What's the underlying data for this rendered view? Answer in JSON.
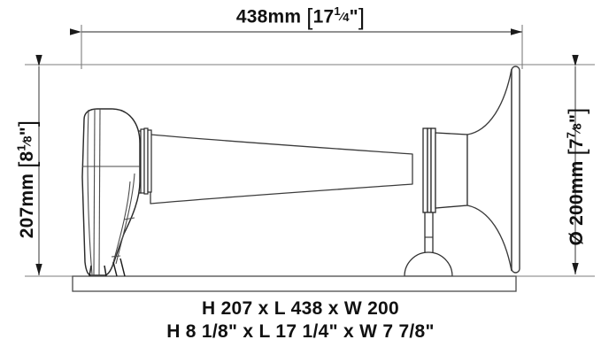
{
  "drawing": {
    "subject": "horn-loudspeaker-side-elevation",
    "background_color": "#ffffff",
    "line_color": "#555555",
    "heavy_line_color": "#222222",
    "text_color": "#111111"
  },
  "dimensions": {
    "length": {
      "name": "overall-length",
      "metric_value": "438mm",
      "imperial_whole": "17",
      "imperial_frac_num": "1",
      "imperial_frac_den": "4",
      "imperial_text": "17 1/4\"",
      "full_text": "438mm [17¼\"]"
    },
    "height": {
      "name": "overall-height",
      "metric_value": "207mm",
      "imperial_whole": "8",
      "imperial_frac_num": "1",
      "imperial_frac_den": "8",
      "imperial_text": "8 1/8\"",
      "full_text": "207mm [8⅛\"]"
    },
    "mouth_diameter": {
      "name": "bell-mouth-diameter",
      "diameter_symbol": "Ø",
      "metric_value": "200mm",
      "imperial_whole": "7",
      "imperial_frac_num": "7",
      "imperial_frac_den": "8",
      "imperial_text": "7 7/8\"",
      "full_text": "Ø 200mm [7⅞\"]"
    }
  },
  "caption": {
    "line1": "H 207 x L 438 x W 200",
    "line2": "H 8 1/8\" x L 17 1/4\" x W 7 7/8\""
  }
}
